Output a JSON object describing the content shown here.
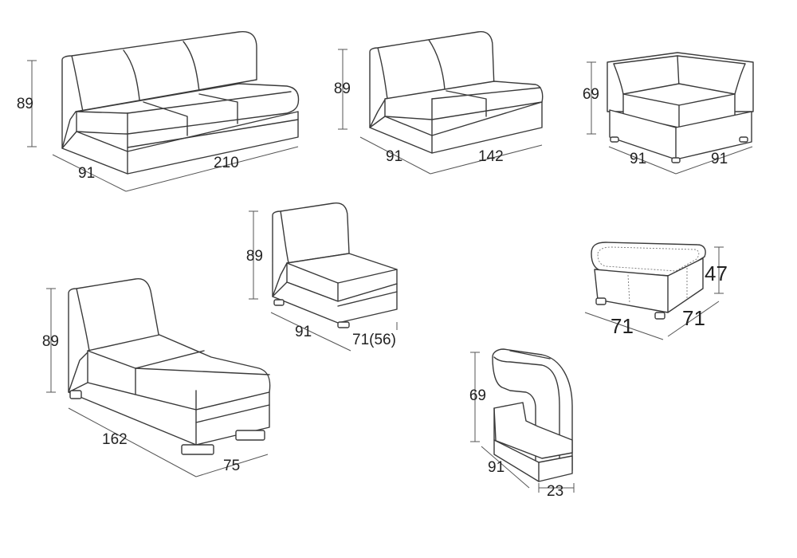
{
  "pieces": [
    {
      "id": "three-seat-sofa",
      "height": "89",
      "depth": "91",
      "width": "210"
    },
    {
      "id": "two-seat-sofa",
      "height": "89",
      "depth": "91",
      "width": "142"
    },
    {
      "id": "corner-seat",
      "height": "69",
      "depth": "91",
      "width": "91"
    },
    {
      "id": "armless-chair",
      "height": "89",
      "depth": "91",
      "width": "71(56)"
    },
    {
      "id": "ottoman",
      "height": "47",
      "depth": "71",
      "width": "71"
    },
    {
      "id": "chaise-longue",
      "height": "89",
      "depth": "162",
      "width": "75"
    },
    {
      "id": "armrest",
      "height": "69",
      "depth": "91",
      "width": "23"
    }
  ]
}
